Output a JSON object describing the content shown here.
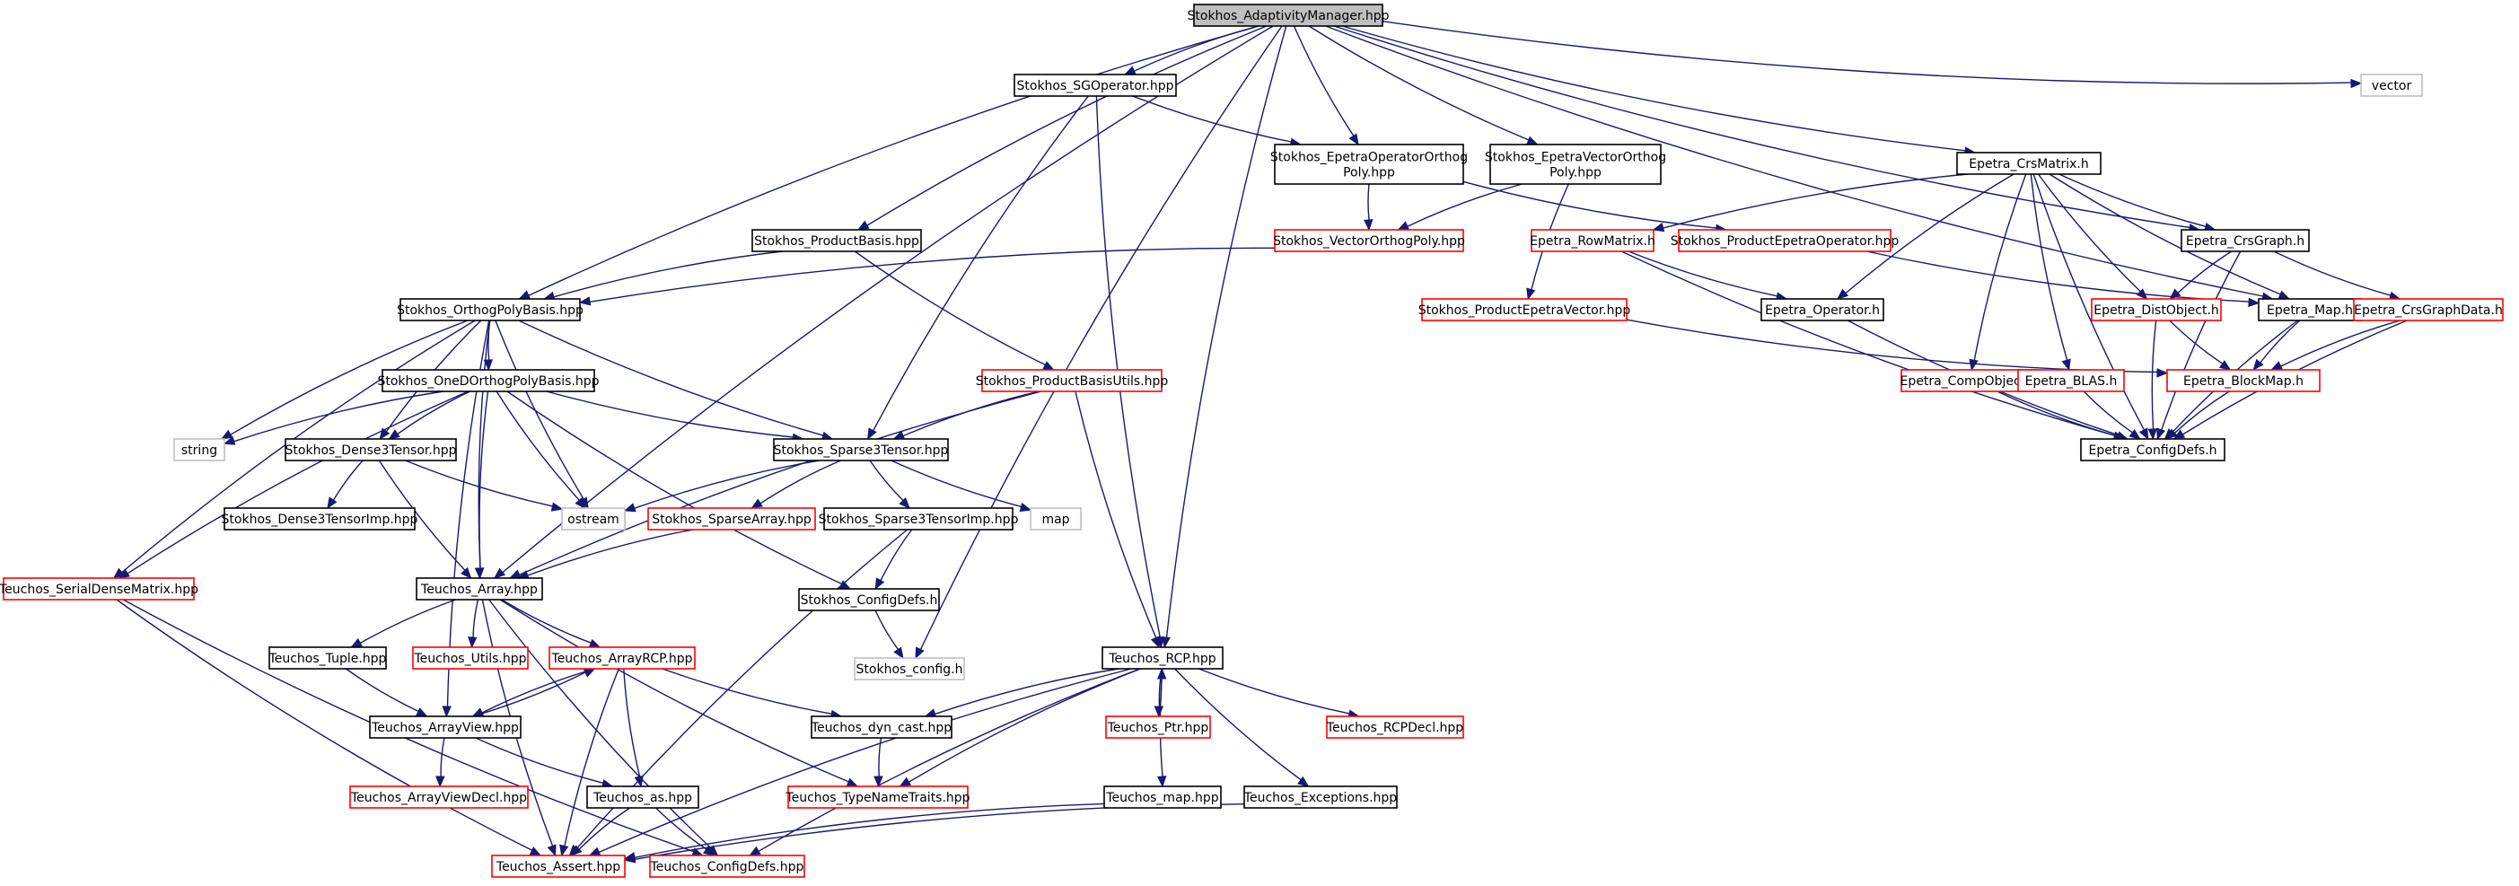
{
  "colors": {
    "edge": "#191970",
    "border_normal": "#000000",
    "border_missing": "#ff0000",
    "border_external": "#bfbfbf",
    "fill_root": "#bfbfbf",
    "fill_default": "#ffffff"
  },
  "nodes": [
    {
      "id": "root",
      "lines": [
        "Stokhos_AdaptivityManager.hpp"
      ],
      "style": "root"
    },
    {
      "id": "sgop",
      "lines": [
        "Stokhos_SGOperator.hpp"
      ],
      "style": "normal"
    },
    {
      "id": "vector",
      "lines": [
        "vector"
      ],
      "style": "external"
    },
    {
      "id": "epop",
      "lines": [
        "Stokhos_EpetraOperatorOrthog",
        "Poly.hpp"
      ],
      "style": "normal"
    },
    {
      "id": "epvec",
      "lines": [
        "Stokhos_EpetraVectorOrthog",
        "Poly.hpp"
      ],
      "style": "normal"
    },
    {
      "id": "crsmat",
      "lines": [
        "Epetra_CrsMatrix.h"
      ],
      "style": "normal"
    },
    {
      "id": "prodbasis",
      "lines": [
        "Stokhos_ProductBasis.hpp"
      ],
      "style": "normal"
    },
    {
      "id": "vecorth",
      "lines": [
        "Stokhos_VectorOrthogPoly.hpp"
      ],
      "style": "missing"
    },
    {
      "id": "rowmat",
      "lines": [
        "Epetra_RowMatrix.h"
      ],
      "style": "missing"
    },
    {
      "id": "prodepop",
      "lines": [
        "Stokhos_ProductEpetraOperator.hpp"
      ],
      "style": "missing"
    },
    {
      "id": "crsgraph",
      "lines": [
        "Epetra_CrsGraph.h"
      ],
      "style": "normal"
    },
    {
      "id": "orthbasis",
      "lines": [
        "Stokhos_OrthogPolyBasis.hpp"
      ],
      "style": "normal"
    },
    {
      "id": "prodepvec",
      "lines": [
        "Stokhos_ProductEpetraVector.hpp"
      ],
      "style": "missing"
    },
    {
      "id": "operator",
      "lines": [
        "Epetra_Operator.h"
      ],
      "style": "normal"
    },
    {
      "id": "distobj",
      "lines": [
        "Epetra_DistObject.h"
      ],
      "style": "missing"
    },
    {
      "id": "map",
      "lines": [
        "Epetra_Map.h"
      ],
      "style": "normal"
    },
    {
      "id": "crsgraphdata",
      "lines": [
        "Epetra_CrsGraphData.h"
      ],
      "style": "missing"
    },
    {
      "id": "oned",
      "lines": [
        "Stokhos_OneDOrthogPolyBasis.hpp"
      ],
      "style": "normal"
    },
    {
      "id": "prodbasisutils",
      "lines": [
        "Stokhos_ProductBasisUtils.hpp"
      ],
      "style": "missing"
    },
    {
      "id": "compobj",
      "lines": [
        "Epetra_CompObject.h"
      ],
      "style": "missing"
    },
    {
      "id": "blas",
      "lines": [
        "Epetra_BLAS.h"
      ],
      "style": "missing"
    },
    {
      "id": "blockmap",
      "lines": [
        "Epetra_BlockMap.h"
      ],
      "style": "missing"
    },
    {
      "id": "string",
      "lines": [
        "string"
      ],
      "style": "external"
    },
    {
      "id": "dense3",
      "lines": [
        "Stokhos_Dense3Tensor.hpp"
      ],
      "style": "normal"
    },
    {
      "id": "sparse3",
      "lines": [
        "Stokhos_Sparse3Tensor.hpp"
      ],
      "style": "normal"
    },
    {
      "id": "epconfig",
      "lines": [
        "Epetra_ConfigDefs.h"
      ],
      "style": "normal"
    },
    {
      "id": "dense3imp",
      "lines": [
        "Stokhos_Dense3TensorImp.hpp"
      ],
      "style": "normal"
    },
    {
      "id": "ostream",
      "lines": [
        "ostream"
      ],
      "style": "external"
    },
    {
      "id": "sparsearr",
      "lines": [
        "Stokhos_SparseArray.hpp"
      ],
      "style": "missing"
    },
    {
      "id": "sparse3imp",
      "lines": [
        "Stokhos_Sparse3TensorImp.hpp"
      ],
      "style": "normal"
    },
    {
      "id": "mapx",
      "lines": [
        "map"
      ],
      "style": "external"
    },
    {
      "id": "serialdense",
      "lines": [
        "Teuchos_SerialDenseMatrix.hpp"
      ],
      "style": "missing"
    },
    {
      "id": "tarray",
      "lines": [
        "Teuchos_Array.hpp"
      ],
      "style": "normal"
    },
    {
      "id": "stokconfig",
      "lines": [
        "Stokhos_ConfigDefs.h"
      ],
      "style": "normal"
    },
    {
      "id": "stokcfg",
      "lines": [
        "Stokhos_config.h"
      ],
      "style": "external"
    },
    {
      "id": "tuple",
      "lines": [
        "Teuchos_Tuple.hpp"
      ],
      "style": "normal"
    },
    {
      "id": "utils",
      "lines": [
        "Teuchos_Utils.hpp"
      ],
      "style": "missing"
    },
    {
      "id": "arrayrcp",
      "lines": [
        "Teuchos_ArrayRCP.hpp"
      ],
      "style": "missing"
    },
    {
      "id": "rcp",
      "lines": [
        "Teuchos_RCP.hpp"
      ],
      "style": "normal"
    },
    {
      "id": "arrayview",
      "lines": [
        "Teuchos_ArrayView.hpp"
      ],
      "style": "normal"
    },
    {
      "id": "dyncast",
      "lines": [
        "Teuchos_dyn_cast.hpp"
      ],
      "style": "normal"
    },
    {
      "id": "ptr",
      "lines": [
        "Teuchos_Ptr.hpp"
      ],
      "style": "missing"
    },
    {
      "id": "rcpdecl",
      "lines": [
        "Teuchos_RCPDecl.hpp"
      ],
      "style": "missing"
    },
    {
      "id": "arrayviewdecl",
      "lines": [
        "Teuchos_ArrayViewDecl.hpp"
      ],
      "style": "missing"
    },
    {
      "id": "tas",
      "lines": [
        "Teuchos_as.hpp"
      ],
      "style": "normal"
    },
    {
      "id": "typenametraits",
      "lines": [
        "Teuchos_TypeNameTraits.hpp"
      ],
      "style": "missing"
    },
    {
      "id": "tmap",
      "lines": [
        "Teuchos_map.hpp"
      ],
      "style": "normal"
    },
    {
      "id": "exceptions",
      "lines": [
        "Teuchos_Exceptions.hpp"
      ],
      "style": "normal"
    },
    {
      "id": "assert",
      "lines": [
        "Teuchos_Assert.hpp"
      ],
      "style": "missing"
    },
    {
      "id": "tconfig",
      "lines": [
        "Teuchos_ConfigDefs.hpp"
      ],
      "style": "missing"
    }
  ],
  "edges": [
    [
      "root",
      "sgop"
    ],
    [
      "root",
      "vector"
    ],
    [
      "root",
      "epop"
    ],
    [
      "root",
      "epvec"
    ],
    [
      "root",
      "crsmat"
    ],
    [
      "root",
      "prodbasis"
    ],
    [
      "root",
      "orthbasis"
    ],
    [
      "root",
      "tarray"
    ],
    [
      "root",
      "rcp"
    ],
    [
      "root",
      "stokcfg"
    ],
    [
      "root",
      "crsgraph"
    ],
    [
      "root",
      "map"
    ],
    [
      "sgop",
      "epop"
    ],
    [
      "sgop",
      "sparse3"
    ],
    [
      "sgop",
      "rcp"
    ],
    [
      "epop",
      "vecorth"
    ],
    [
      "epop",
      "prodepop"
    ],
    [
      "epvec",
      "vecorth"
    ],
    [
      "epvec",
      "prodepvec"
    ],
    [
      "crsmat",
      "rowmat"
    ],
    [
      "crsmat",
      "crsgraph"
    ],
    [
      "crsmat",
      "operator"
    ],
    [
      "crsmat",
      "distobj"
    ],
    [
      "crsmat",
      "compobj"
    ],
    [
      "crsmat",
      "blas"
    ],
    [
      "crsmat",
      "epconfig"
    ],
    [
      "crsmat",
      "map"
    ],
    [
      "prodbasis",
      "orthbasis"
    ],
    [
      "prodbasis",
      "prodbasisutils"
    ],
    [
      "vecorth",
      "orthbasis"
    ],
    [
      "rowmat",
      "operator"
    ],
    [
      "rowmat",
      "epconfig"
    ],
    [
      "prodepop",
      "map"
    ],
    [
      "crsgraph",
      "distobj"
    ],
    [
      "crsgraph",
      "crsgraphdata"
    ],
    [
      "crsgraph",
      "epconfig"
    ],
    [
      "orthbasis",
      "oned"
    ],
    [
      "orthbasis",
      "string"
    ],
    [
      "orthbasis",
      "dense3"
    ],
    [
      "orthbasis",
      "sparse3"
    ],
    [
      "orthbasis",
      "ostream"
    ],
    [
      "orthbasis",
      "serialdense"
    ],
    [
      "orthbasis",
      "tarray"
    ],
    [
      "orthbasis",
      "arrayview"
    ],
    [
      "prodepvec",
      "blockmap"
    ],
    [
      "operator",
      "epconfig"
    ],
    [
      "distobj",
      "blockmap"
    ],
    [
      "distobj",
      "epconfig"
    ],
    [
      "map",
      "blockmap"
    ],
    [
      "map",
      "epconfig"
    ],
    [
      "crsgraphdata",
      "blockmap"
    ],
    [
      "crsgraphdata",
      "epconfig"
    ],
    [
      "oned",
      "string"
    ],
    [
      "oned",
      "dense3"
    ],
    [
      "oned",
      "sparse3"
    ],
    [
      "oned",
      "ostream"
    ],
    [
      "oned",
      "serialdense"
    ],
    [
      "oned",
      "tarray"
    ],
    [
      "oned",
      "stokconfig"
    ],
    [
      "prodbasisutils",
      "sparse3"
    ],
    [
      "prodbasisutils",
      "rcp"
    ],
    [
      "prodbasisutils",
      "tarray"
    ],
    [
      "compobj",
      "epconfig"
    ],
    [
      "blas",
      "epconfig"
    ],
    [
      "blockmap",
      "epconfig"
    ],
    [
      "dense3",
      "dense3imp"
    ],
    [
      "dense3",
      "ostream"
    ],
    [
      "dense3",
      "tarray"
    ],
    [
      "sparse3",
      "ostream"
    ],
    [
      "sparse3",
      "sparsearr"
    ],
    [
      "sparse3",
      "sparse3imp"
    ],
    [
      "sparse3",
      "mapx"
    ],
    [
      "sparsearr",
      "tarray"
    ],
    [
      "sparse3imp",
      "stokconfig"
    ],
    [
      "sparse3imp",
      "assert"
    ],
    [
      "serialdense",
      "assert"
    ],
    [
      "serialdense",
      "tconfig"
    ],
    [
      "tarray",
      "tuple"
    ],
    [
      "tarray",
      "utils"
    ],
    [
      "tarray",
      "arrayrcp"
    ],
    [
      "tarray",
      "typenametraits"
    ],
    [
      "tarray",
      "assert"
    ],
    [
      "tarray",
      "tconfig"
    ],
    [
      "stokconfig",
      "stokcfg"
    ],
    [
      "tuple",
      "arrayview"
    ],
    [
      "arrayrcp",
      "arrayview"
    ],
    [
      "arrayrcp",
      "dyncast"
    ],
    [
      "arrayrcp",
      "tas"
    ],
    [
      "arrayrcp",
      "assert"
    ],
    [
      "rcp",
      "dyncast"
    ],
    [
      "rcp",
      "ptr"
    ],
    [
      "rcp",
      "rcpdecl"
    ],
    [
      "rcp",
      "typenametraits"
    ],
    [
      "rcp",
      "tmap"
    ],
    [
      "rcp",
      "exceptions"
    ],
    [
      "rcp",
      "assert"
    ],
    [
      "rcp",
      "tconfig"
    ],
    [
      "arrayview",
      "arrayrcp"
    ],
    [
      "arrayview",
      "arrayviewdecl"
    ],
    [
      "arrayview",
      "tas"
    ],
    [
      "ptr",
      "rcp"
    ],
    [
      "dyncast",
      "typenametraits"
    ],
    [
      "tas",
      "assert"
    ],
    [
      "tas",
      "tconfig"
    ],
    [
      "tmap",
      "assert"
    ],
    [
      "exceptions",
      "assert"
    ]
  ]
}
